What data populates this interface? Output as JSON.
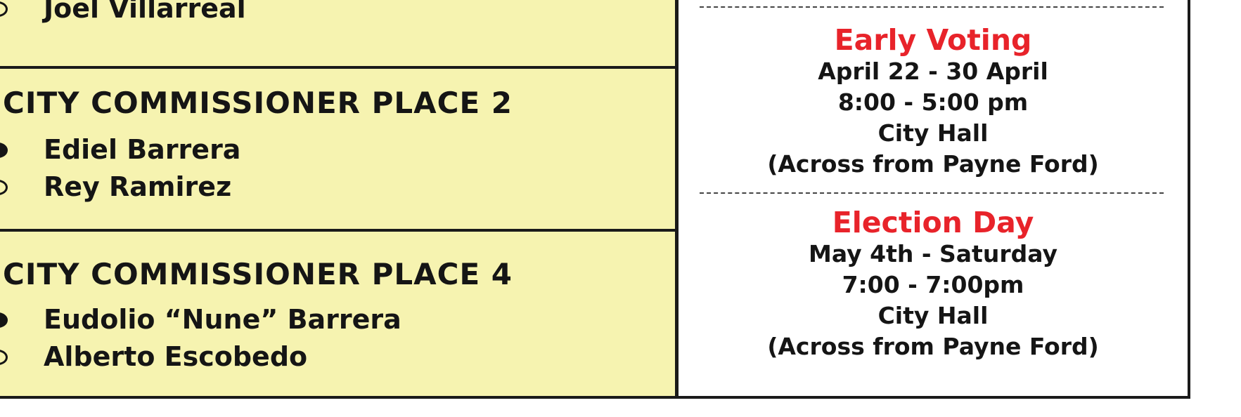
{
  "ballot": {
    "top_candidate": {
      "name": "Joel Villarreal",
      "selected": false
    },
    "races": [
      {
        "title": "CITY COMMISSIONER PLACE 2",
        "candidates": [
          {
            "name": "Ediel Barrera",
            "selected": true
          },
          {
            "name": "Rey Ramirez",
            "selected": false
          }
        ]
      },
      {
        "title": "CITY COMMISSIONER PLACE 4",
        "candidates": [
          {
            "name": "Eudolio “Nune” Barrera",
            "selected": true
          },
          {
            "name": "Alberto Escobedo",
            "selected": false
          }
        ]
      }
    ]
  },
  "info": {
    "early_voting": {
      "title": "Early Voting",
      "lines": [
        "April 22 - 30 April",
        "8:00 - 5:00 pm",
        "City Hall",
        "(Across from Payne Ford)"
      ]
    },
    "election_day": {
      "title": "Election Day",
      "lines": [
        "May 4th - Saturday",
        "7:00 - 7:00pm",
        "City Hall",
        "(Across from Payne Ford)"
      ]
    }
  },
  "colors": {
    "ballot_bg": "#f6f3b0",
    "heading_red": "#e8232a",
    "text": "#151515"
  }
}
